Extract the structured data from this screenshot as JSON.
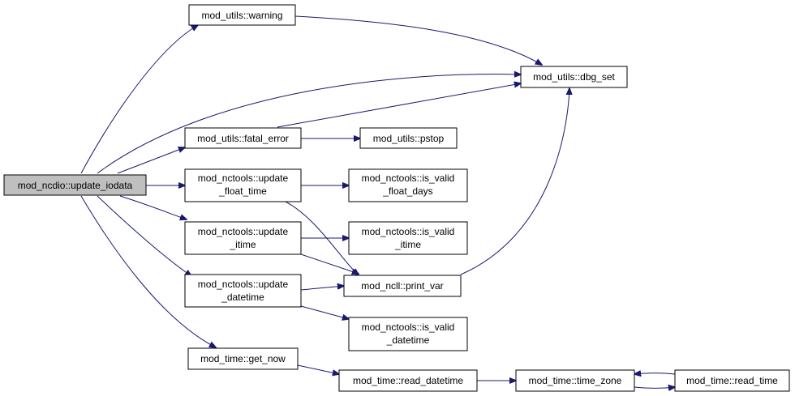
{
  "nodes": {
    "update_iodata": [
      "mod_ncdio::update_iodata"
    ],
    "warning": [
      "mod_utils::warning"
    ],
    "dbg_set": [
      "mod_utils::dbg_set"
    ],
    "fatal_error": [
      "mod_utils::fatal_error"
    ],
    "pstop": [
      "mod_utils::pstop"
    ],
    "update_float_time": [
      "mod_nctools::update",
      "_float_time"
    ],
    "is_valid_float_days": [
      "mod_nctools::is_valid",
      "_float_days"
    ],
    "update_itime": [
      "mod_nctools::update",
      "_itime"
    ],
    "is_valid_itime": [
      "mod_nctools::is_valid",
      "_itime"
    ],
    "print_var": [
      "mod_ncll::print_var"
    ],
    "update_datetime": [
      "mod_nctools::update",
      "_datetime"
    ],
    "is_valid_datetime": [
      "mod_nctools::is_valid",
      "_datetime"
    ],
    "get_now": [
      "mod_time::get_now"
    ],
    "read_datetime": [
      "mod_time::read_datetime"
    ],
    "time_zone": [
      "mod_time::time_zone"
    ],
    "read_time": [
      "mod_time::read_time"
    ]
  },
  "colors": {
    "edge": "#191970",
    "root_fill": "#bfbfbf",
    "node_fill": "#ffffff"
  }
}
